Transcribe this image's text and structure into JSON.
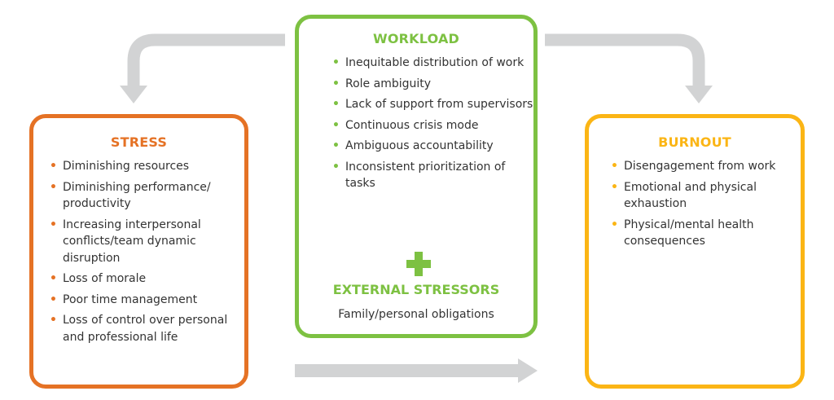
{
  "colors": {
    "stress": "#e57225",
    "workload": "#7dc142",
    "burnout": "#fbb515",
    "arrow": "#d2d3d4",
    "text": "#333333"
  },
  "workload": {
    "title": "WORKLOAD",
    "items": [
      "Inequitable distribution of work",
      "Role ambiguity",
      "Lack of support from supervisors",
      "Continuous crisis mode",
      "Ambiguous accountability",
      "Inconsistent prioritization of tasks"
    ],
    "plus_icon": "plus-icon",
    "external_title": "EXTERNAL STRESSORS",
    "external_text": "Family/personal obligations"
  },
  "stress": {
    "title": "STRESS",
    "items": [
      "Diminishing resources",
      "Diminishing performance/ productivity",
      "Increasing interpersonal conflicts/team dynamic disruption",
      "Loss of morale",
      "Poor time management",
      "Loss of control over personal and professional life"
    ]
  },
  "burnout": {
    "title": "BURNOUT",
    "items": [
      "Disengagement from work",
      "Emotional and physical exhaustion",
      "Physical/mental health consequences"
    ]
  },
  "bullet": "•"
}
